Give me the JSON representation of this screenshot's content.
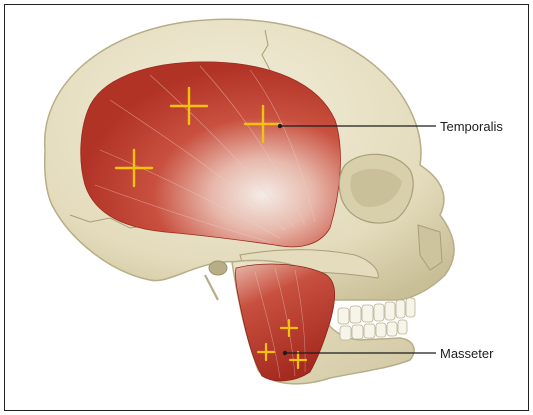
{
  "labels": {
    "temporalis": "Temporalis",
    "masseter": "Masseter"
  },
  "colors": {
    "bone": "#e9e2c8",
    "bone_shadow": "#cfc6a2",
    "bone_outline": "#b7ad88",
    "muscle": "#c0392b",
    "muscle_dark": "#a32a1f",
    "marker": "#f4c20d",
    "leader_line": "#1c1c1c",
    "frame": "#222222"
  },
  "markers": {
    "temporalis_count": 3,
    "masseter_count": 3
  }
}
